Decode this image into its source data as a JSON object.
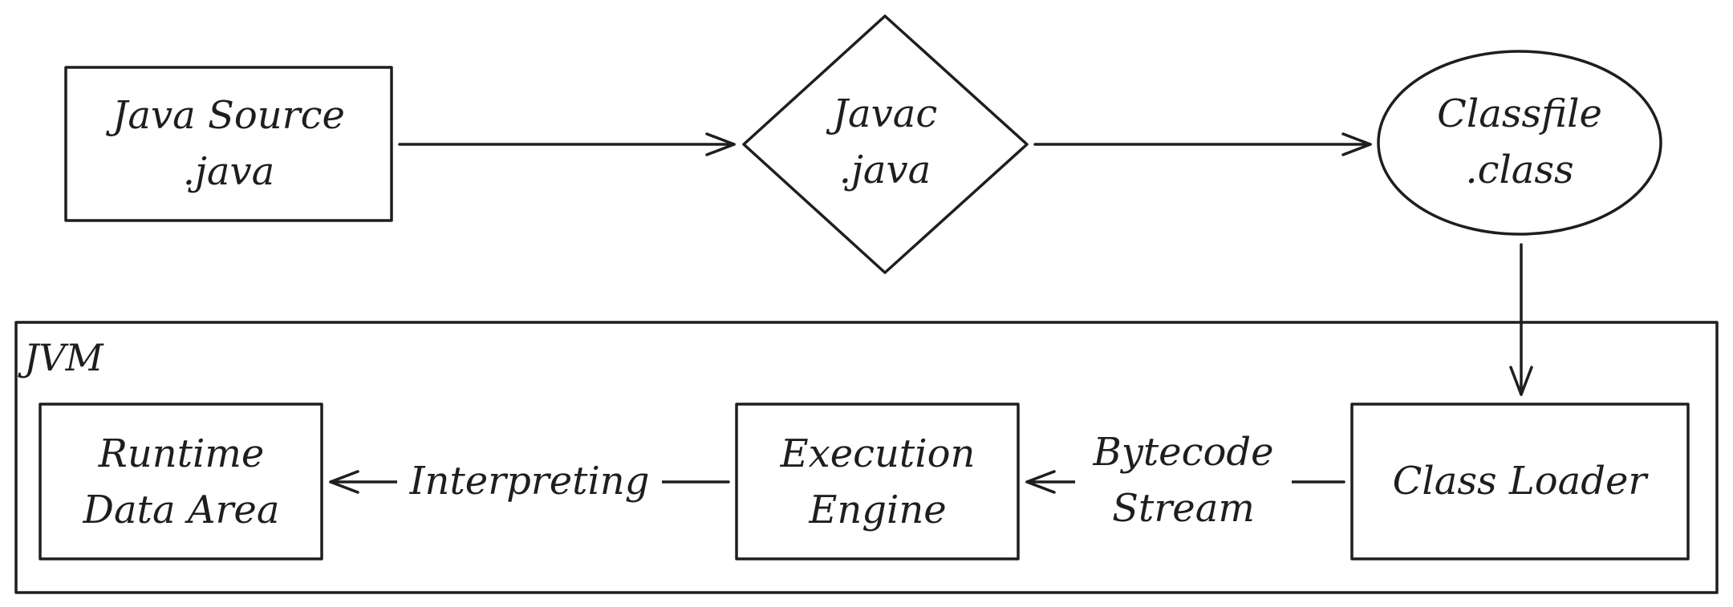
{
  "nodes": {
    "java_source": {
      "line1": "Java Source",
      "line2": ".java"
    },
    "javac": {
      "line1": "Javac",
      "line2": ".java"
    },
    "classfile": {
      "line1": "Classfile",
      "line2": ".class"
    },
    "class_loader": {
      "line1": "Class Loader"
    },
    "execution_engine": {
      "line1": "Execution",
      "line2": "Engine"
    },
    "runtime_data_area": {
      "line1": "Runtime",
      "line2": "Data Area"
    }
  },
  "groups": {
    "jvm": {
      "label": "JVM"
    }
  },
  "edges": {
    "bytecode_stream": {
      "line1": "Bytecode",
      "line2": "Stream"
    },
    "interpreting": {
      "label": "Interpreting"
    }
  },
  "colors": {
    "stroke": "#1e1e1e",
    "background": "#ffffff"
  }
}
